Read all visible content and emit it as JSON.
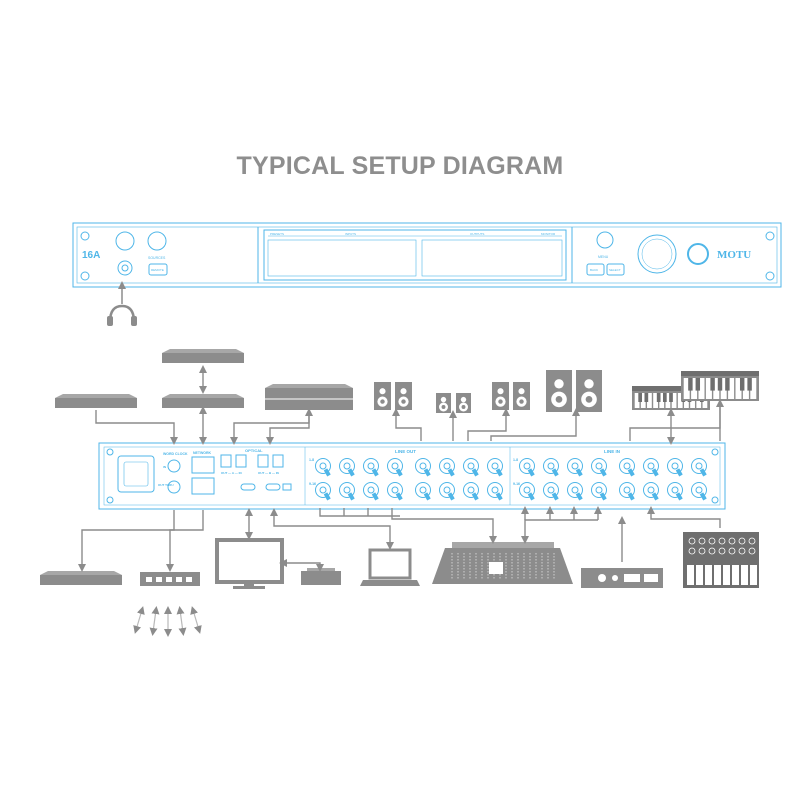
{
  "page": {
    "title": "TYPICAL SETUP DIAGRAM"
  },
  "colors": {
    "accent": "#4fb6e8",
    "gray": "#8c8c8c",
    "gray_light": "#b9b9b9",
    "dark": "#6f6f6f"
  },
  "front_panel": {
    "model": "16A",
    "brand": "MOTU",
    "labels": {
      "sources": "SOURCES",
      "remote_btn": "REMOTE",
      "presets": "PRESETS",
      "inputs": "INPUTS",
      "outputs": "OUTPUTS",
      "monitor": "MONITOR",
      "menu": "MENU",
      "back_btn": "BACK",
      "select_btn": "SELECT"
    }
  },
  "rear_panel": {
    "labels": {
      "word_clock": "WORD CLOCK",
      "in": "IN",
      "out_thru": "OUT THRU",
      "network": "NETWORK",
      "optical": "OPTICAL",
      "optical_a": "OUT — A — IN",
      "optical_b": "OUT — B — IN",
      "line_out": "LINE OUT",
      "line_in": "LINE IN",
      "row_1_8": "1-8",
      "row_9_16": "9-16"
    }
  },
  "devices": {
    "headphones": "headphones-icon",
    "rack_units": "rack-unit-icon",
    "speakers": "speaker-icon",
    "keyboards": "keyboard-icon",
    "computer_monitor": "computer-monitor-icon",
    "laptop": "laptop-icon",
    "mixing_console": "mixing-console-icon",
    "network_switch": "network-switch-icon",
    "preamp": "preamp-icon",
    "synth": "synthesizer-icon"
  }
}
